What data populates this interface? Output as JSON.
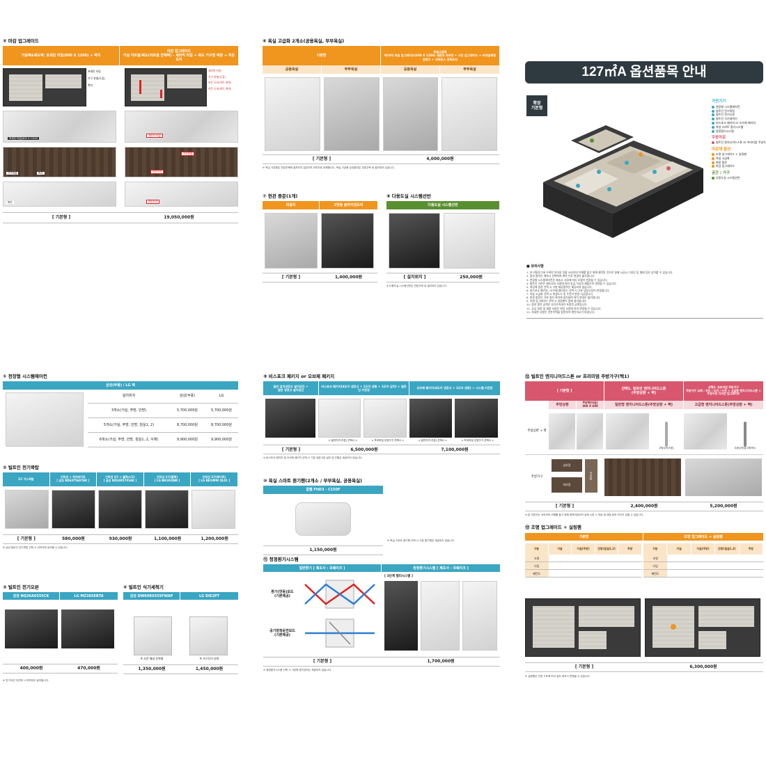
{
  "page_title": "127㎡A 옵션품목 안내",
  "basic_type_tag": "확장\n기본형",
  "legend": {
    "group1_title": "가전기기",
    "group1_items": [
      "천장형 시스템에어컨",
      "빌트인 전기쿡탑",
      "빌트인 전기오븐",
      "빌트인 식기세척기",
      "비스포크 패키지 or 오브제 패키지",
      "욕실 스마트 환기시스템",
      "청정환기시스템"
    ],
    "group2_title": "주방마감",
    "group2_items": [
      "빌트인 엔지니어드스톤 or 프리미엄 주방가구"
    ],
    "group3_title": "마감재 옵션",
    "group3_items": [
      "조명 업그레이드 + 실링팬",
      "욕실 고급화",
      "현관 중문",
      "마감 업그레이드"
    ],
    "group4_title": "공간 / 가구",
    "group4_items": [
      "다용도실 시스템선반"
    ]
  },
  "cautions_title": "■ 유의사항",
  "cautions": [
    "1. 본 카탈로그에 수록된 이미지 연출 소비자의 이해를 돕기 위해 제작된 것으로 실제 시공시 디자인 등 형태 등은 상이할 수 있습니다.",
    "2. 옵션 품목은 계약시 선택하며 계약 이후 변경이 불가합니다.",
    "3. 천장형 시스템에어컨은 제조사 사정에 따라 모델이 변경될 수 있습니다.",
    "4. 빌트인 가전은 제조사의 사정에 따라 동급 이상의 제품으로 변경될 수 있습니다.",
    "5. 마감재 옵션 선택 시 기본 제공품목은 제공되지 않습니다.",
    "6. 비스포크 패키지 / 오브제 패키지는 선택 시 기본 냉장고장이 변경됩니다.",
    "7. 욕실 고급화 선택 시 위생도기 및 수전이 변경 시공됩니다.",
    "8. 현관 중문은 기본 설치 위치에 설치되며 위치 변경은 불가합니다.",
    "9. 조명 업그레이드 선택 시 실링팬이 함께 설치됩니다.",
    "10. 옵션 품목 금액은 부가가치세가 포함된 금액입니다.",
    "11. 공급 일정 및 제품 사양은 현장 사정에 따라 변경될 수 있습니다.",
    "12. 자세한 사항은 견본주택을 방문하여 확인하시기 바랍니다."
  ],
  "s_finish": {
    "title": "⑤ 마감 업그레이드",
    "col1": "거실벽&복도벽: 포세린 타일(600 X 1200) + 벽지",
    "col2": "마감 업그레이드\n거실 아트월/복도(아트월 전체벽) - 세라믹 타일 + 복도 가구형 벽판 + 히든도어",
    "legend_a": [
      "포세린 타일",
      "가구 판넬(도장)",
      "벽지"
    ],
    "legend_b": [
      "세라믹 타일",
      "가구 판넬(도장)",
      "히든 도어(아트 측면)",
      "히든 도어(복도 측면)"
    ],
    "label_tile": "포세린 타일(600 X 1200)",
    "label_ceramic": "세라믹 타일",
    "label_panel": "가구판넬",
    "label_wall": "벽지",
    "label_hidden": "히든도어",
    "price_basic": "[ 기본형 ]",
    "price_opt": "19,050,000원"
  },
  "s_bath": {
    "title": "⑥ 욕실 고급화 2개소(공용욕실, 부부욕실)",
    "col1": "기본형",
    "col2": "욕실고급화\n벽/바닥 타일 업그레이드(600 X 1200) 세면대 하부장 + 수전 업그레이드 + 비데일체형 양변기 + 샤워부스 강화유리",
    "sub": [
      "공용욕실",
      "부부욕실",
      "공용욕실",
      "부부욕실"
    ],
    "price_basic": "[ 기본형 ]",
    "price_opt": "4,000,000원",
    "note": "※ 욕실 기본형은 견본주택에 설치되지 않았으며 이미지로 대체합니다. 욕실 고급화 유상옵션은 견본주택 내 설치되어 있습니다."
  },
  "s_door": {
    "title": "⑦ 현관 중문(1개)",
    "col1": "미설치",
    "col2": "3연동 슬라이딩도어",
    "price_basic": "[ 기본형 ]",
    "price_opt": "1,400,000원"
  },
  "s_shelf": {
    "title": "⑧ 다용도실 시스템선반",
    "col": "다용도실 시스템선반",
    "price_basic": "[ 설치위치 ]",
    "price_opt": "250,000원",
    "note": "※ 다용도실 시스템선반은 견본주택 내 설치되어 있습니다."
  },
  "s_aircon": {
    "title": "① 천장형 시스템에어컨",
    "brand": "삼성(무풍) / LG 택",
    "cols": [
      "설치위치",
      "삼성(무풍)",
      "LG"
    ],
    "rows": [
      [
        "3개소(거실, 주방, 안방)",
        "5,700,000원",
        "5,700,000원"
      ],
      [
        "5개소(거실, 주방, 안방, 침실1, 2)",
        "8,700,000원",
        "8,700,000원"
      ],
      [
        "6개소(거실, 주방, 안방, 침실1, 2, 서재)",
        "9,900,000원",
        "9,900,000원"
      ]
    ]
  },
  "s_cooktop": {
    "title": "② 빌트인 전기쿡탑",
    "cols": [
      "3구 가스쿡탑",
      "인덕션 + 하이라이트\n[ 삼성 NZ63T5607AK ]",
      "인덕션 3구 + 플렉스(2)\n[ 삼성 NZ63R5701AK ]",
      "인덕션 3구(블랙)\n[ LG BEI3GQBR ]",
      "인덕션 3구(화이트)\n[ LG BEI3MW QL01 ]"
    ],
    "prices": [
      "[ 기본형 ]",
      "580,000원",
      "930,000원",
      "1,100,000원",
      "1,200,000원"
    ],
    "note": "※ 삼성 빌트인 전기쿡탑 선택 시 이미지와 상이할 수 있습니다."
  },
  "s_oven": {
    "title": "③ 빌트인 전기오븐",
    "cols": [
      "삼성 NQ36A6555CK",
      "LG MZ385EBTA"
    ],
    "prices": [
      "400,000원",
      "470,000원"
    ],
    "note": "※ 전기오븐 미선택 시 하부장이 설치됩니다."
  },
  "s_dish": {
    "title": "④ 빌트인 식기세척기",
    "cols": [
      "삼성 DW60R6555FWAP",
      "LG DIE2PT"
    ],
    "cap": [
      "※ 사진 패널 부착형",
      "※ 가구도어 부착"
    ],
    "prices": [
      "1,350,000원",
      "1,450,000원"
    ]
  },
  "s_bespoke": {
    "title": "⑨ 비스포크 패키지 or 오브제 패키지",
    "cols": [
      "일반 김치냉장고 설치공간 +\n일반 냉장고 설치공간",
      "비스포크 패키지(4도어 냉장고 + 1도어 냉동 + 1도어 김치) + 빌트인 키친장",
      "오브제 패키지(4도어 냉장고 + 1도어 냉동) + 시스템 키친장"
    ],
    "caps": [
      "< 일반가구(기본) 선택시 >",
      "< 프리미엄 주방가구 선택시 >",
      "< 일반가구(기본) 선택시 >",
      "< 프리미엄 주방가구 선택시 >"
    ],
    "prices": [
      "[ 기본형 ]",
      "6,500,000원",
      "7,100,000원"
    ],
    "note": "※ 비스포크 패키지 및 오브제 패키지 선택 시 기본 냉장고장 설치 및 전원은 제공되지 않습니다."
  },
  "s_vent": {
    "title": "⑩ 욕실 스마트 환기팬(2개소 / 부부욕실, 공용욕실)",
    "col": "힘펠 FHD3 - C150F",
    "price": "1,150,000원",
    "note": "※ 욕실 스마트 환기팬 선택 시 기본 환기팬은 제공되지 않습니다."
  },
  "s_clean": {
    "title": "⑪ 청정환기시스템",
    "col1": "일반환기 [ 제조사 : 코웨이크 ]",
    "col2": "청정환기시스템 [ 제조사 : 코웨이크 ]",
    "mode1": "환기(연동)모드\n(기본제공)",
    "mode2": "공기청정운전모드\n(기본제공)",
    "sys": "[ 3단계 필터시스템 ]",
    "price_basic": "[ 기본형 ]",
    "price_opt": "1,700,000원",
    "note": "※ 청정환기시스템 선택 시 기본형 환기장치는 제공되지 않습니다."
  },
  "s_kitchen": {
    "title": "⑫ 빌트인 엔지니어드스톤 or 프리미엄 주방가구(택1)",
    "cols": [
      "[ 기본형 ]",
      "선택1. 빌트인 엔지니어드스톤\n(주방상판 + 벽)",
      "선택2. 프리미엄 주방가구\n주방가구 교체 : 우드 / 도어 / 수전 + 고급형 엔지니어드스톤 + 주방수전 디자인 업그레이드"
    ],
    "row1": "주방상판 + 벽",
    "row2": "주방가구",
    "sub1": "주방상판",
    "sub2": "주방벽(타일)\n300 X 600",
    "sub3": "일반형 엔지니어드스톤(주방상판 + 벽)",
    "sub4": "고급형 엔지니어드스톤(주방상판 + 벽)",
    "faucet": "주방수전(기본)",
    "faucet2": "주방수전(업그레이드)",
    "upper": "상부장",
    "lower": "하부장",
    "tall": "키큰장",
    "prices": [
      "[ 기본형 ]",
      "2,400,000원",
      "5,200,000원"
    ],
    "note": "※ 본 이미지는 소비자의 이해를 돕기 위해 제작되었으며 실제 시공 시 색상 및 재질 등의 차이가 있을 수 있습니다."
  },
  "s_light": {
    "title": "⑬ 조명 업그레이드 + 실링팬",
    "col1": "기본형",
    "col2": "조명 업그레이드 + 실링팬",
    "rows": [
      "조명",
      "다임",
      "패턴도"
    ],
    "cols1": [
      "구분",
      "거실",
      "거실(주방)",
      "안방(침실1,2)",
      "주방"
    ],
    "cols2": [
      "구분",
      "거실",
      "거실(주방)",
      "안방(침실1,2)",
      "주방"
    ],
    "price_basic": "[ 기본형 ]",
    "price_opt": "6,300,000원",
    "note": "※ 실링팬은 천정 구조에 따라 설치 위치가 변경될 수 있습니다."
  }
}
